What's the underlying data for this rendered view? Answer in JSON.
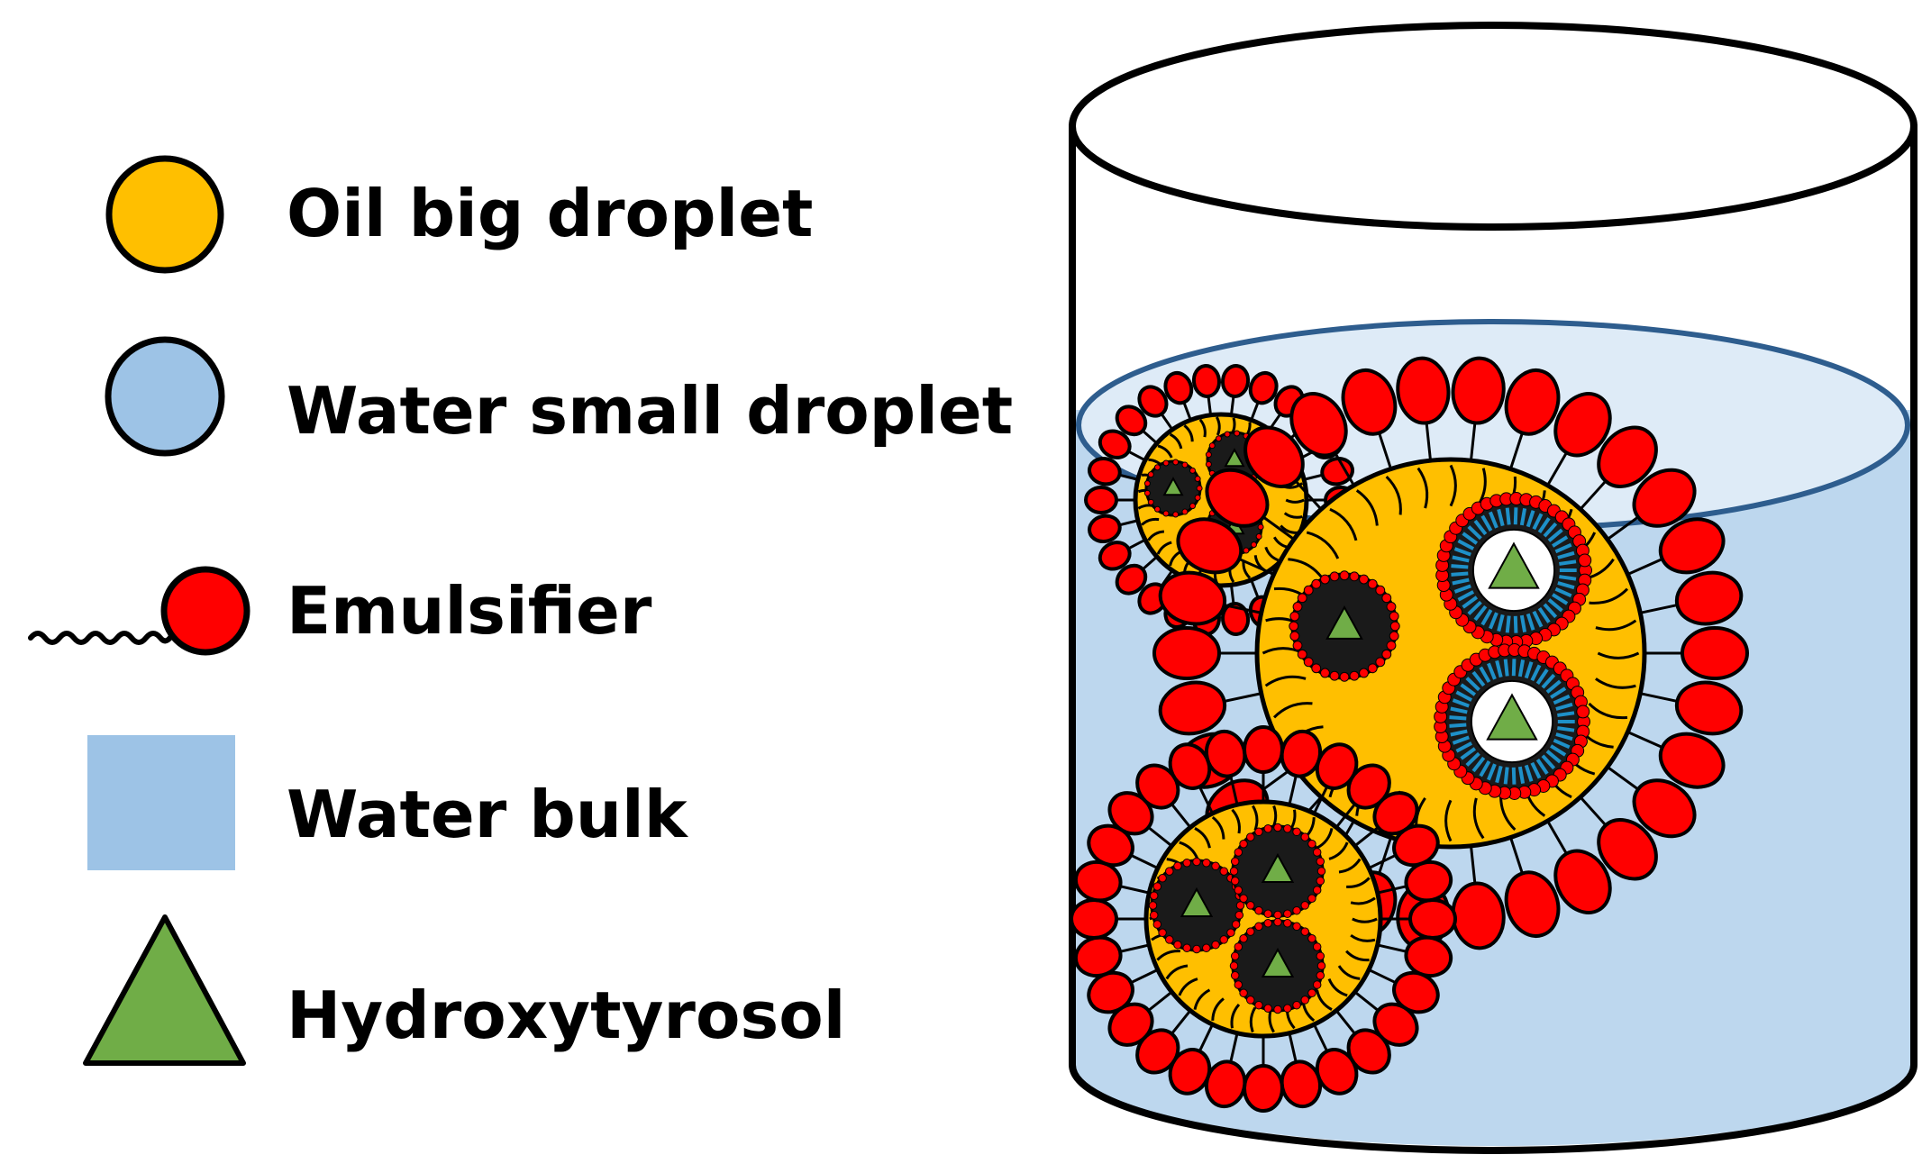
{
  "legend": [
    {
      "key": "oil_big_droplet",
      "label": "Oil big droplet",
      "icon": "yellow-circle-icon"
    },
    {
      "key": "water_small_droplet",
      "label": "Water small droplet",
      "icon": "blue-circle-icon"
    },
    {
      "key": "emulsifier",
      "label": "Emulsifier",
      "icon": "emulsifier-icon"
    },
    {
      "key": "water_bulk",
      "label": "Water bulk",
      "icon": "blue-square-icon"
    },
    {
      "key": "hydroxytyrosol",
      "label": "Hydroxytyrosol",
      "icon": "green-triangle-icon"
    }
  ],
  "colors": {
    "oil": "#FFBF00",
    "water_droplet": "#9DC3E6",
    "water_bulk": "#9DC3E6",
    "water_bulk_fill": "#BDD7EE",
    "water_surface": "#DEEBF7",
    "water_rim": "#2E5D8E",
    "emulsifier_head": "#FF0000",
    "hydroxytyrosol": "#70AD47",
    "inner_droplet_dark": "#1a1a1a",
    "inner_droplet_tail": "#1E90C8",
    "outline": "#000000"
  }
}
